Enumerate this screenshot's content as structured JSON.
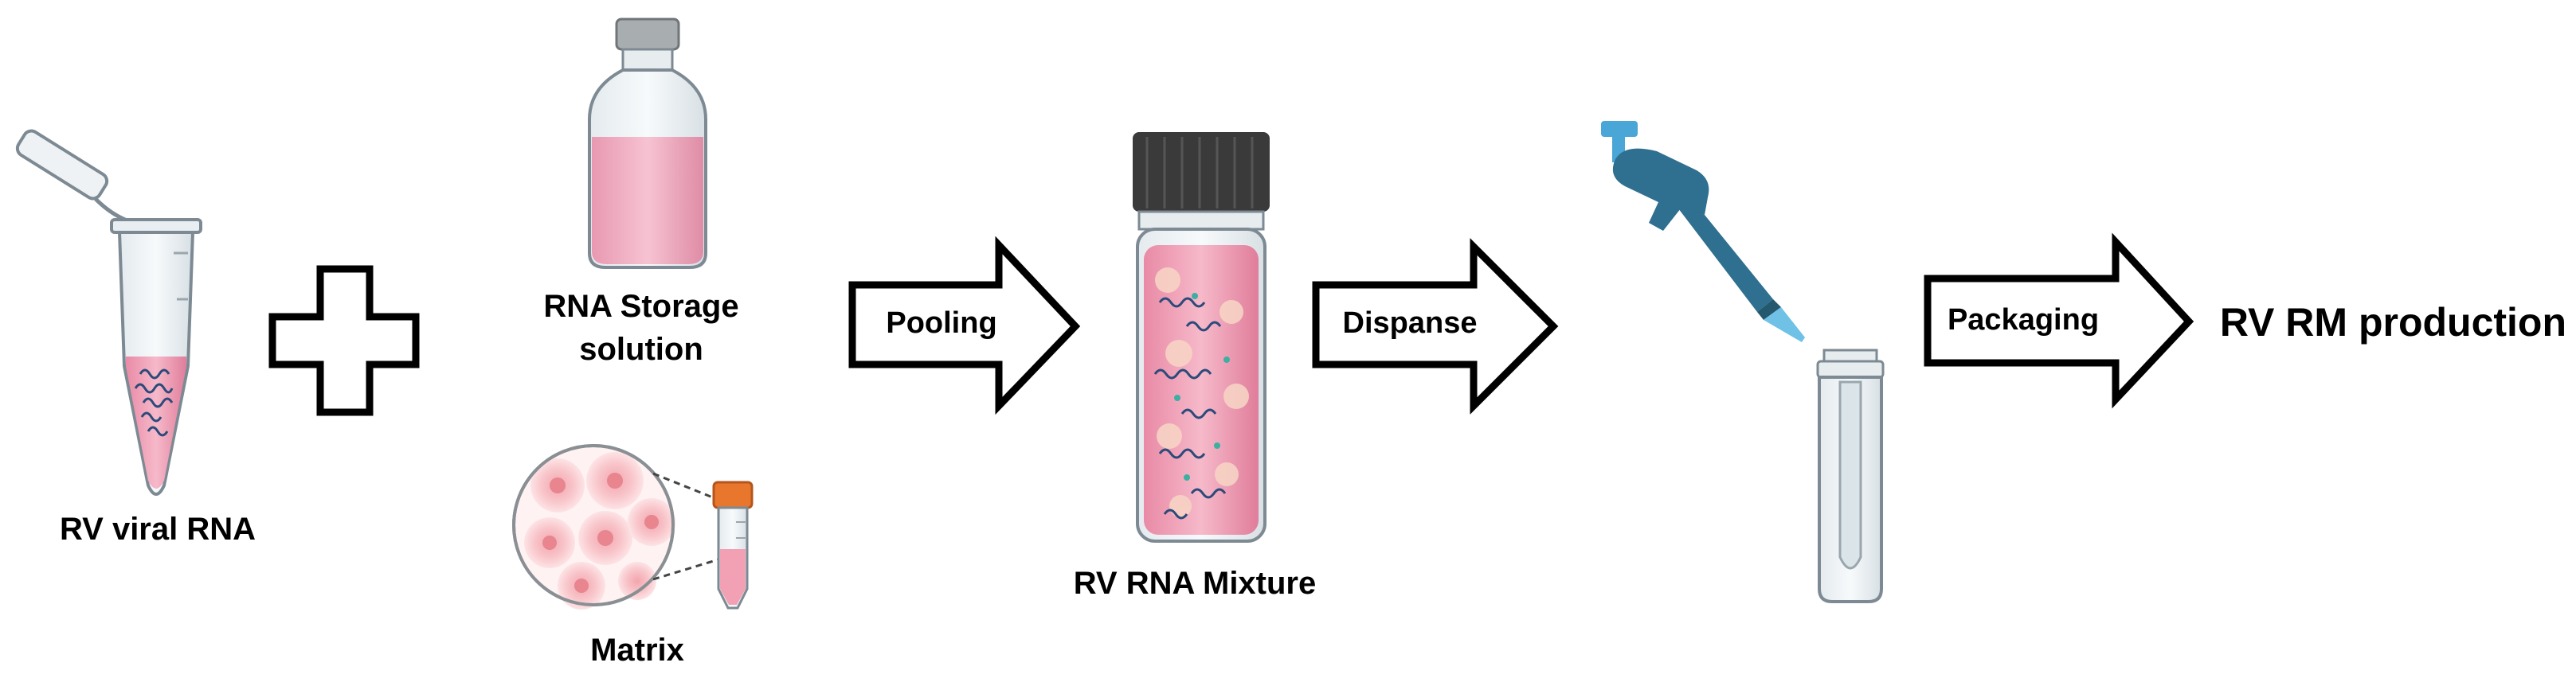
{
  "labels": {
    "rv_viral_rna": "RV viral RNA",
    "rna_storage_line1": "RNA Storage",
    "rna_storage_line2": "solution",
    "matrix": "Matrix",
    "pooling": "Pooling",
    "rv_rna_mixture": "RV RNA Mixture",
    "dispanse": "Dispanse",
    "packaging": "Packaging",
    "rv_rm_production": "RV RM production"
  },
  "colors": {
    "liquid_pink": "#f0a6ba",
    "cap_dark": "#3a3a3a",
    "pipette_blue": "#2f6f8f",
    "pipette_light": "#4aa6d6",
    "matrix_orange": "#e8762c",
    "rna_strand": "#2b4a7a"
  }
}
